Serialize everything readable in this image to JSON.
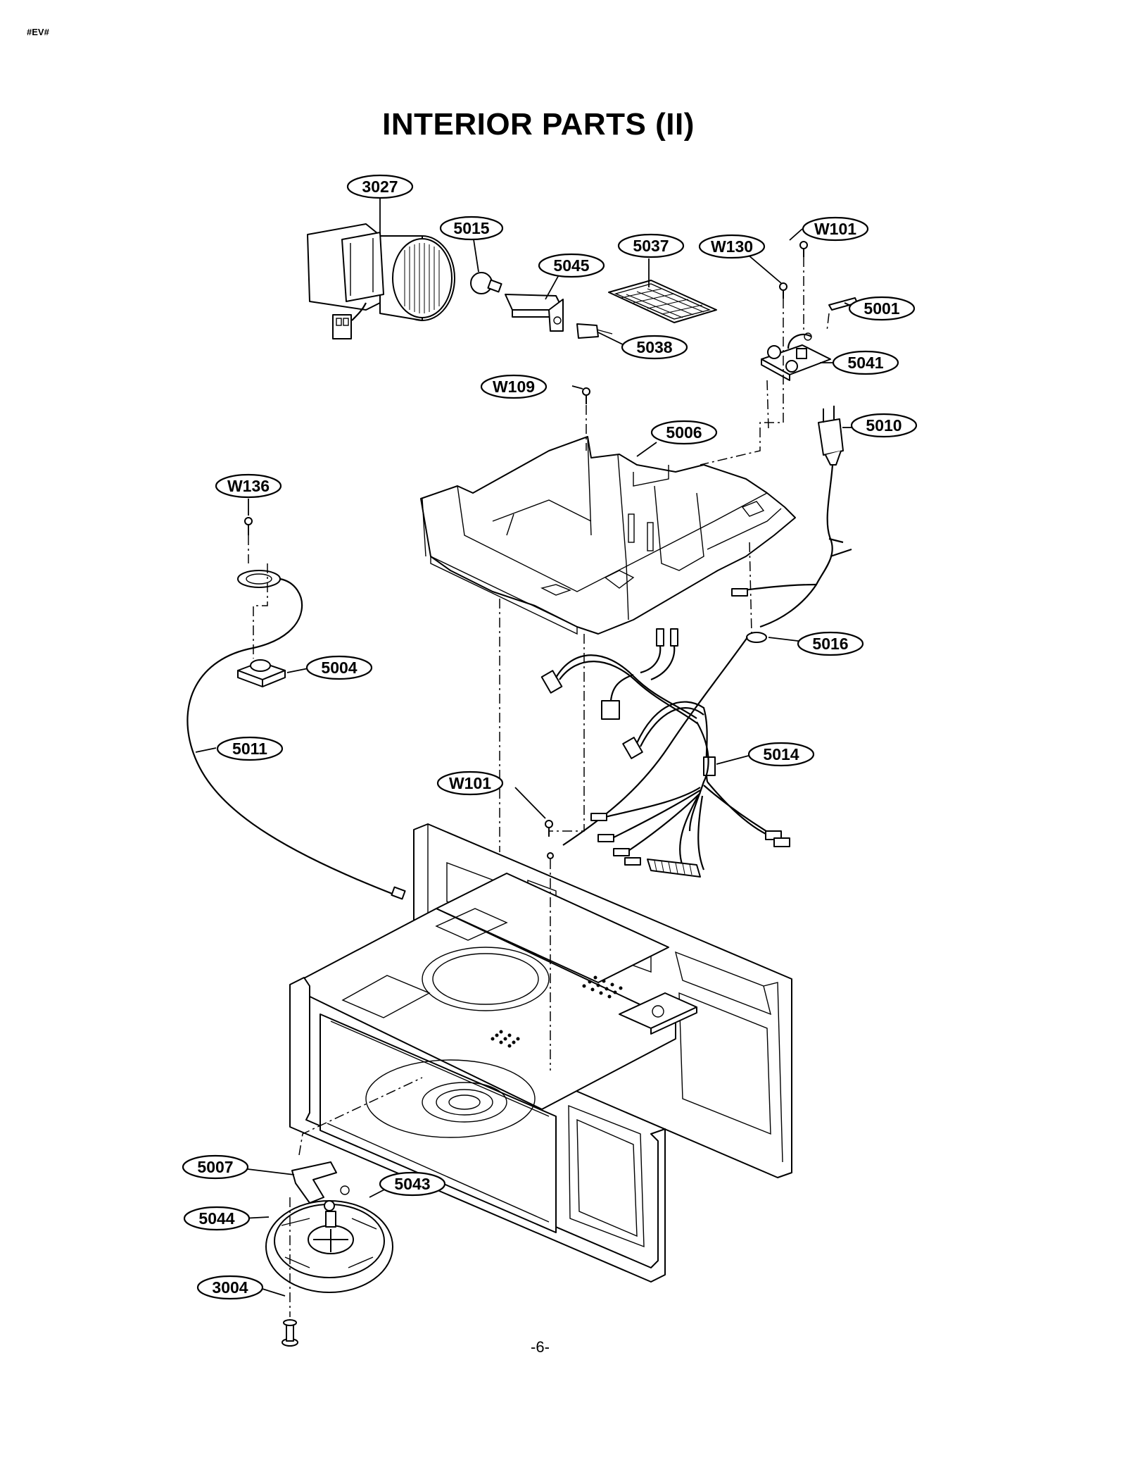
{
  "header": {
    "code": "#EV#"
  },
  "title": "INTERIOR PARTS (II)",
  "page_number": "-6-",
  "callouts": {
    "c3027": "3027",
    "c5015": "5015",
    "c5037": "5037",
    "c5045": "5045",
    "c5038": "5038",
    "cW130": "W130",
    "cW101a": "W101",
    "c5001": "5001",
    "c5041": "5041",
    "cW109": "W109",
    "c5006": "5006",
    "c5010": "5010",
    "cW136": "W136",
    "c5004": "5004",
    "c5016": "5016",
    "c5011": "5011",
    "c5014": "5014",
    "cW101b": "W101",
    "c5007": "5007",
    "c5043": "5043",
    "c5044": "5044",
    "c3004": "3004"
  }
}
